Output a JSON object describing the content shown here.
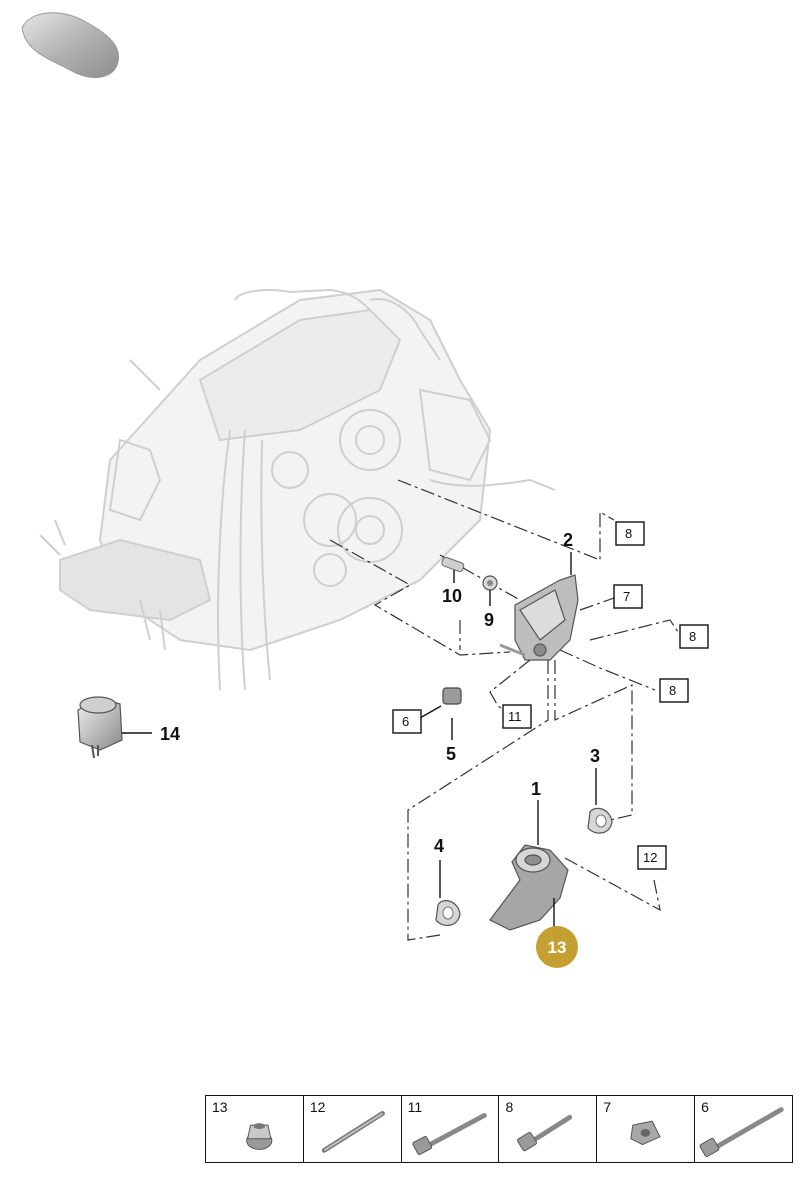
{
  "callouts": {
    "c1": "1",
    "c2": "2",
    "c3": "3",
    "c4": "4",
    "c5": "5",
    "c9": "9",
    "c10": "10",
    "c14": "14"
  },
  "boxes": {
    "b6": "6",
    "b7": "7",
    "b8a": "8",
    "b8b": "8",
    "b8c": "8",
    "b11": "11",
    "b12": "12"
  },
  "highlight": {
    "label": "13",
    "color": "#C4A032"
  },
  "legend": [
    "13",
    "12",
    "11",
    "8",
    "7",
    "6"
  ]
}
